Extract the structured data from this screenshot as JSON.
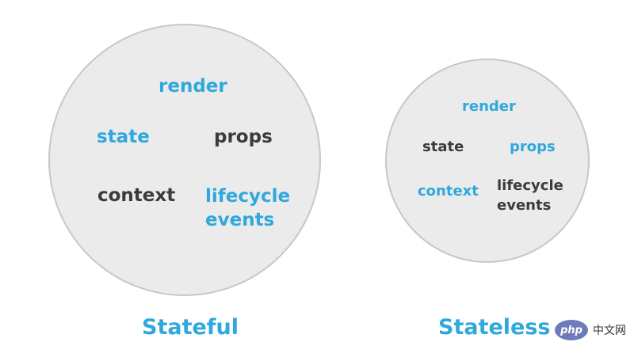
{
  "colors": {
    "highlight": "#2fa8dd",
    "regular": "#3b3b3b",
    "circle_fill": "#ebebeb",
    "circle_stroke": "#c7c7c7"
  },
  "stateful": {
    "caption": "Stateful",
    "render": "render",
    "state": "state",
    "props": "props",
    "context": "context",
    "lifecycle_line1": "lifecycle",
    "lifecycle_line2": "events"
  },
  "stateless": {
    "caption": "Stateless",
    "render": "render",
    "state": "state",
    "props": "props",
    "context": "context",
    "lifecycle_line1": "lifecycle",
    "lifecycle_line2": "events"
  },
  "watermark": {
    "logo": "php",
    "text": "中文网"
  }
}
